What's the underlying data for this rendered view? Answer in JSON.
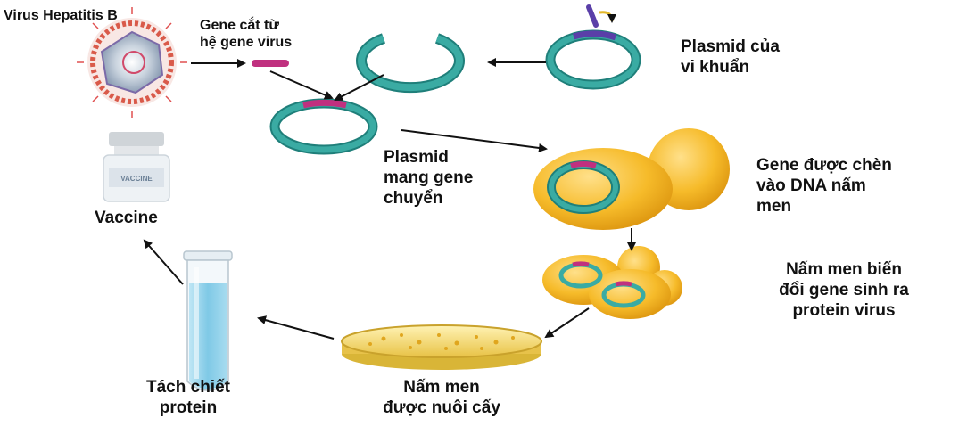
{
  "labels": {
    "virus": "Virus Hepatitis B",
    "gene_cut": [
      "Gene cắt từ",
      "hệ gene virus"
    ],
    "bacterial_plasmid": [
      "Plasmid của",
      "vi khuẩn"
    ],
    "recombinant_plasmid": [
      "Plasmid",
      "mang gene",
      "chuyển"
    ],
    "gene_inserted": [
      "Gene được chèn",
      "vào DNA nấm",
      "men"
    ],
    "modified_yeast": [
      "Nấm men biến",
      "đổi gene sinh ra",
      "protein virus"
    ],
    "cultured_yeast": [
      "Nấm men",
      "được nuôi cấy"
    ],
    "extract_protein": [
      "Tách chiết",
      "protein"
    ],
    "vaccine": "Vaccine",
    "vial_text": "VACCINE"
  },
  "colors": {
    "plasmid": "#3aaba3",
    "plasmid_dark": "#1f7f7a",
    "gene_segment": "#c0307f",
    "yeast": "#f2b31f",
    "yeast_dark": "#d08a0c",
    "liquid": "#8fd0ea",
    "virus_shell": "#d95a4a",
    "cut_fragment": "#5a3fa8"
  }
}
